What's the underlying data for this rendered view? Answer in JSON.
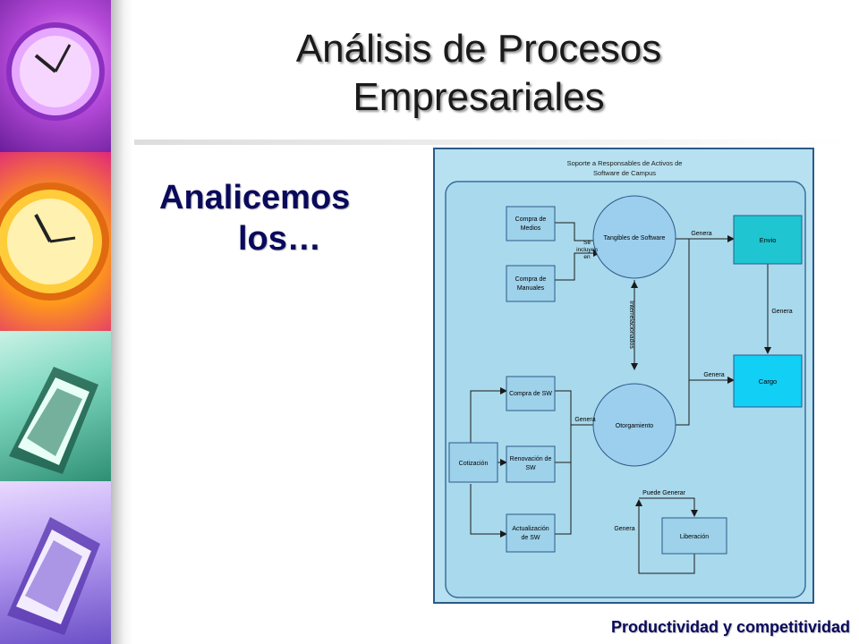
{
  "slide": {
    "title_line1": "Análisis de Procesos",
    "title_line2": "Empresariales",
    "subtitle_line1": "Analicemos",
    "subtitle_line2": "los…",
    "footer": "Productividad y competitividad"
  },
  "diagram": {
    "header_line1": "Soporte a Responsables de Activos de",
    "header_line2": "Software de Campus",
    "nodes": {
      "compra_medios_1": "Compra de",
      "compra_medios_2": "Medios",
      "compra_manuales_1": "Compra de",
      "compra_manuales_2": "Manuales",
      "tangibles": "Tangibles de Software",
      "envio": "Envio",
      "cargo": "Cargo",
      "compra_sw": "Compra de SW",
      "renovacion_1": "Renovación de",
      "renovacion_2": "SW",
      "actualizacion_1": "Actualización",
      "actualizacion_2": "de SW",
      "cotizacion": "Cotización",
      "otorgamiento": "Otorgamiento",
      "liberacion": "Liberación"
    },
    "labels": {
      "se_incluyen_1": "Se",
      "se_incluyen_2": "incluyen",
      "se_incluyen_3": "en",
      "genera_envio": "Genera",
      "genera_envio_cargo": "Genera",
      "genera_cargo": "Genera",
      "interrelacionados": "Interrelacionados",
      "genera_otorg": "Genera",
      "puede_generar": "Puede Generar",
      "genera_liberacion": "Genera"
    },
    "colors": {
      "outer_fill": "#b7e1f0",
      "inner_fill": "#a9d9ec",
      "box_fill": "#9ed1ea",
      "circle_fill": "#9ccfee",
      "teal_fill": "#1fc6d2",
      "cyan_fill": "#12cff5"
    }
  }
}
